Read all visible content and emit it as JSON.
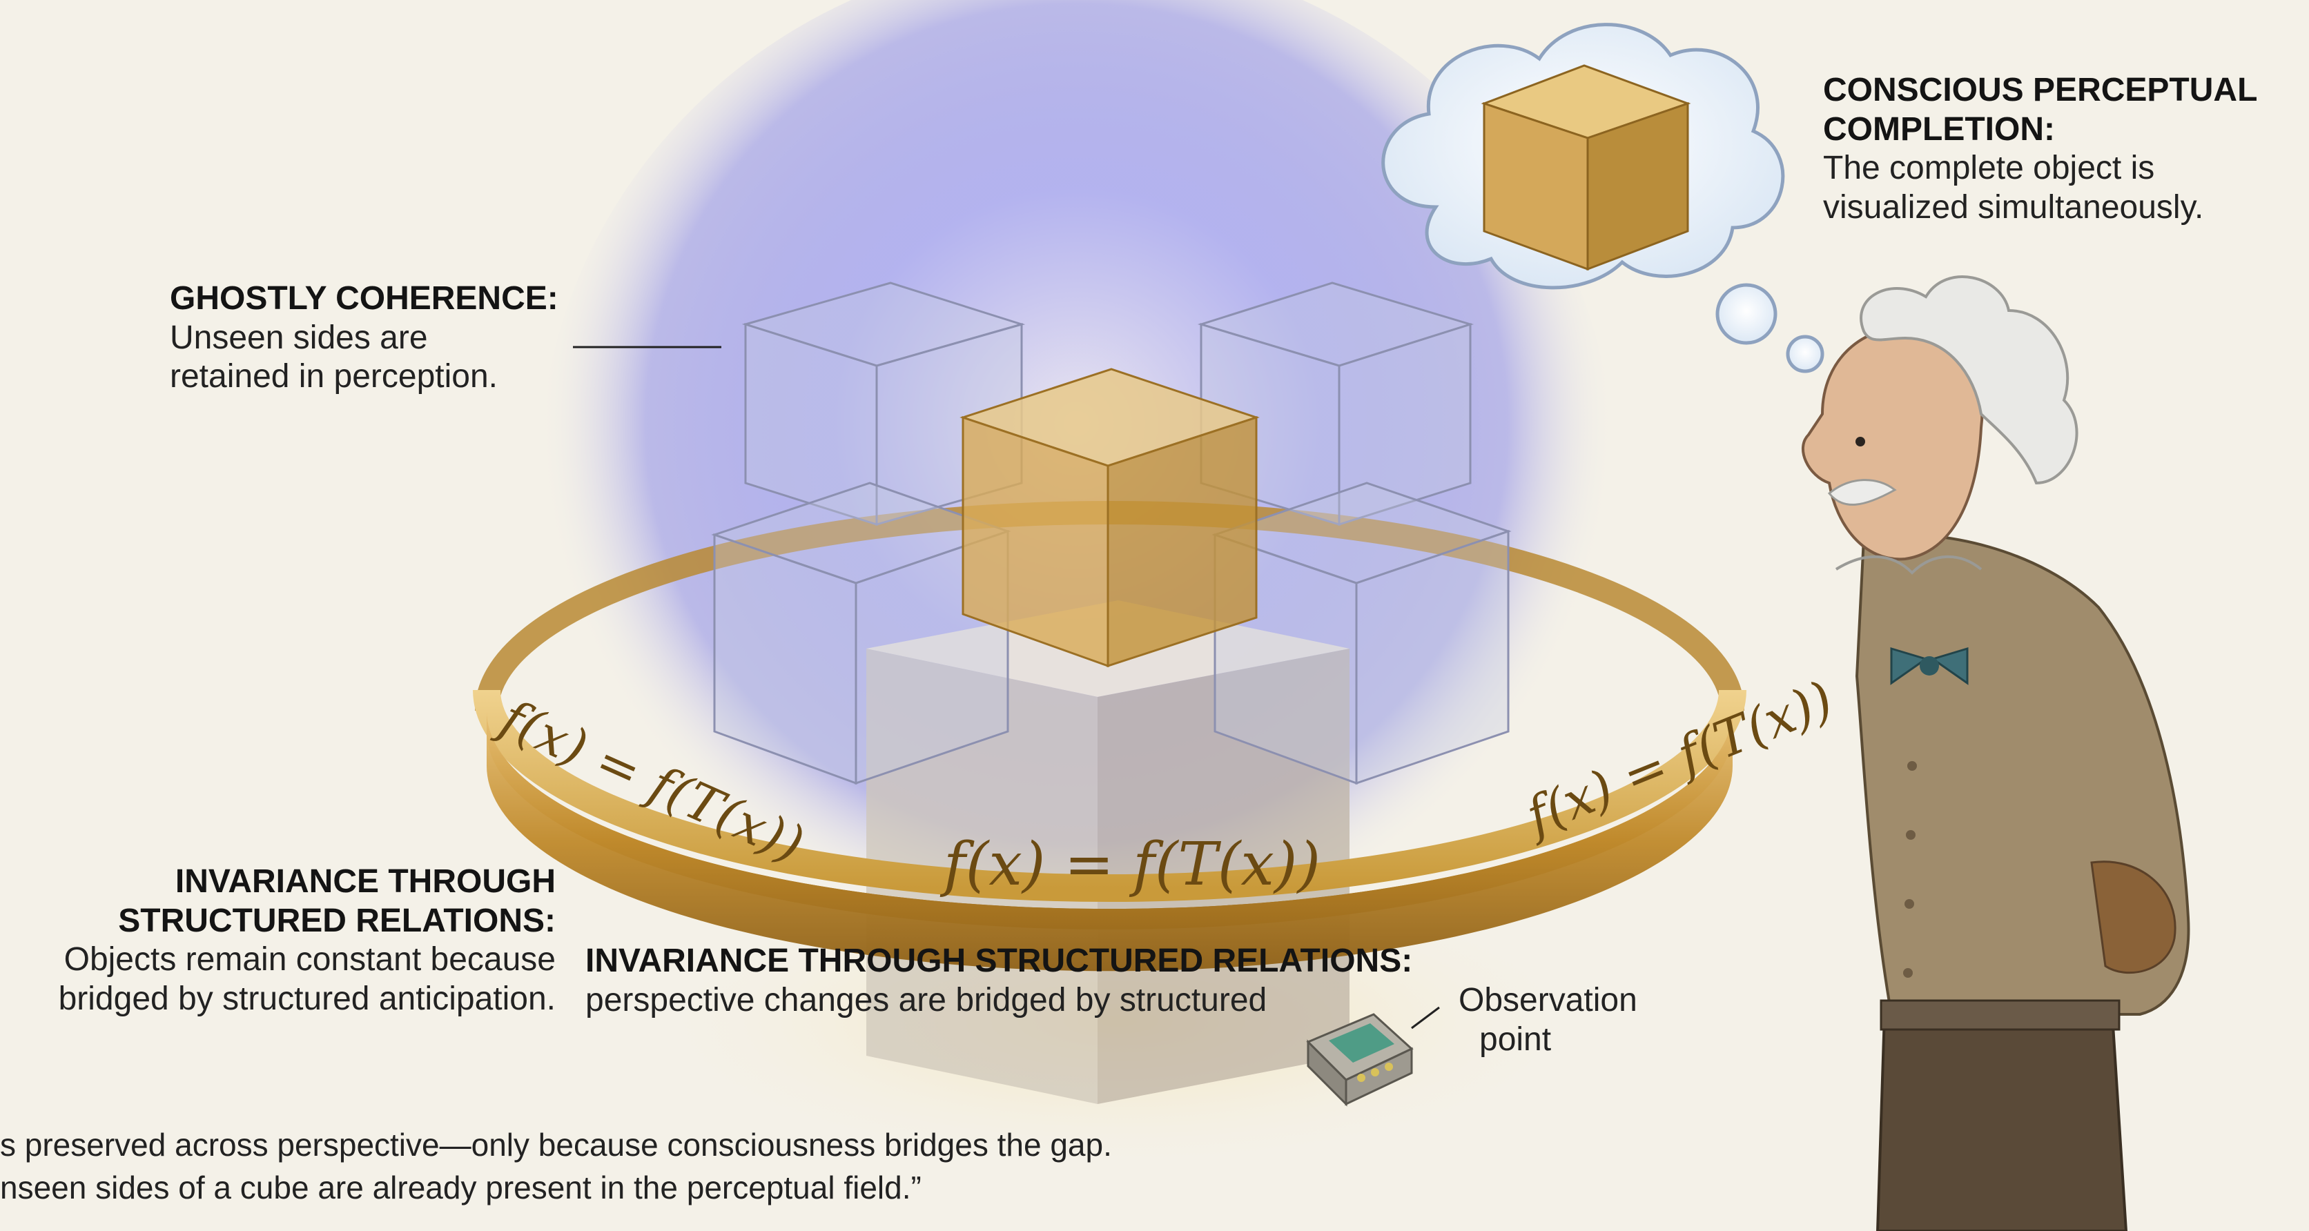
{
  "labels": {
    "conscious": {
      "title_line1": "CONSCIOUS PERCEPTUAL",
      "title_line2": "COMPLETION:",
      "body_line1": "The complete object is",
      "body_line2": "visualized simultaneously."
    },
    "ghostly": {
      "title": "GHOSTLY COHERENCE:",
      "body_line1": "Unseen sides are",
      "body_line2": "retained in perception."
    },
    "invariance_left": {
      "title_line1": "INVARIANCE THROUGH",
      "title_line2": "STRUCTURED RELATIONS:",
      "body_line1": "Objects remain constant because",
      "body_line2": "bridged by structured anticipation."
    },
    "invariance_center": {
      "title": "INVARIANCE THROUGH STRUCTURED RELATIONS:",
      "body": "perspective changes are bridged by structured"
    },
    "observation": {
      "line1": "Observation",
      "line2": "point"
    }
  },
  "ring": {
    "formula_center": "f(x) = f(T(x))",
    "formula_left": "f(x) = f(T(x))",
    "formula_right": "f(x) = f(T(x))"
  },
  "quote": {
    "line1": "s preserved across perspective—only because consciousness bridges the gap.",
    "line2": "nseen sides of a cube are already present in the perceptual field.”"
  },
  "colors": {
    "background": "#f4f1e8",
    "aura": "#7f7ff0",
    "gold": "#c9952f",
    "glass": "#b8bcd8",
    "cloud": "#e6eef8"
  },
  "icons": {
    "thought_cube": "cube-icon",
    "device": "observation-device-icon",
    "person": "elderly-scientist-figure"
  }
}
